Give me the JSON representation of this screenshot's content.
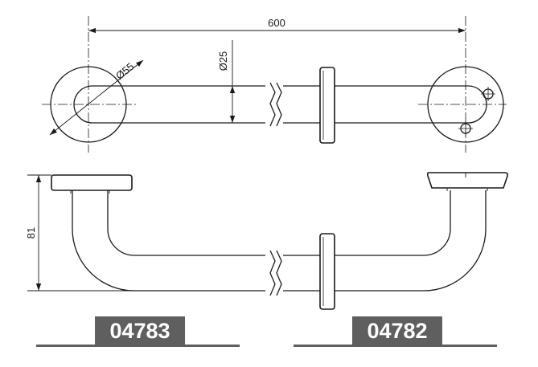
{
  "dimensions": {
    "length": "600",
    "flange_diameter": "Ø55",
    "tube_diameter": "Ø25",
    "projection": "81"
  },
  "products": {
    "left_code": "04783",
    "right_code": "04782"
  }
}
